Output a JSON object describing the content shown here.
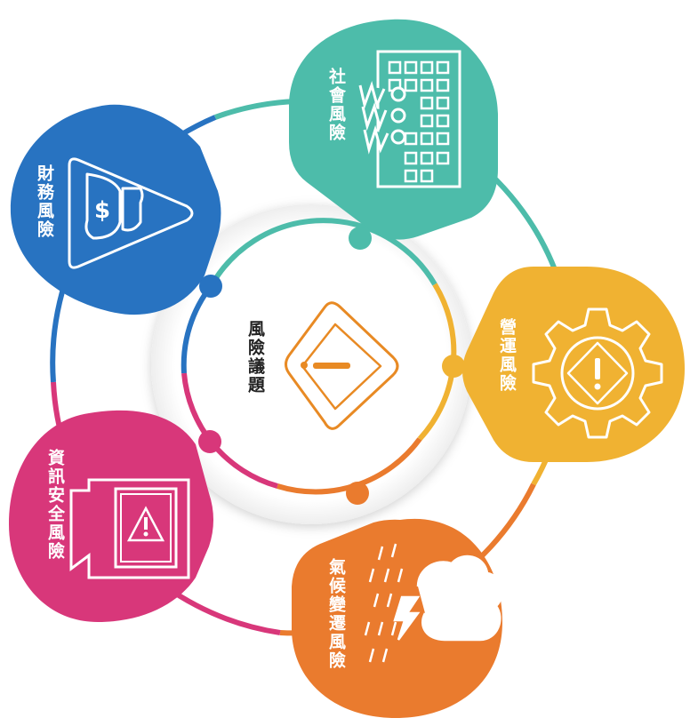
{
  "center": {
    "label": "風險議題",
    "color": "#e88a24"
  },
  "risks": [
    {
      "id": "social",
      "label": "社會風險",
      "color": "#4dbcaa",
      "icon": "building-people-icon"
    },
    {
      "id": "operation",
      "label": "營運風險",
      "color": "#f0b232",
      "icon": "gear-icon"
    },
    {
      "id": "climate",
      "label": "氣候變遷風險",
      "color": "#ea7b2e",
      "icon": "storm-cloud-icon"
    },
    {
      "id": "infosec",
      "label": "資訊安全風險",
      "color": "#d8377a",
      "icon": "warning-monitor-icon"
    },
    {
      "id": "finance",
      "label": "財務風險",
      "color": "#2873c1",
      "icon": "money-bag-icon"
    }
  ]
}
